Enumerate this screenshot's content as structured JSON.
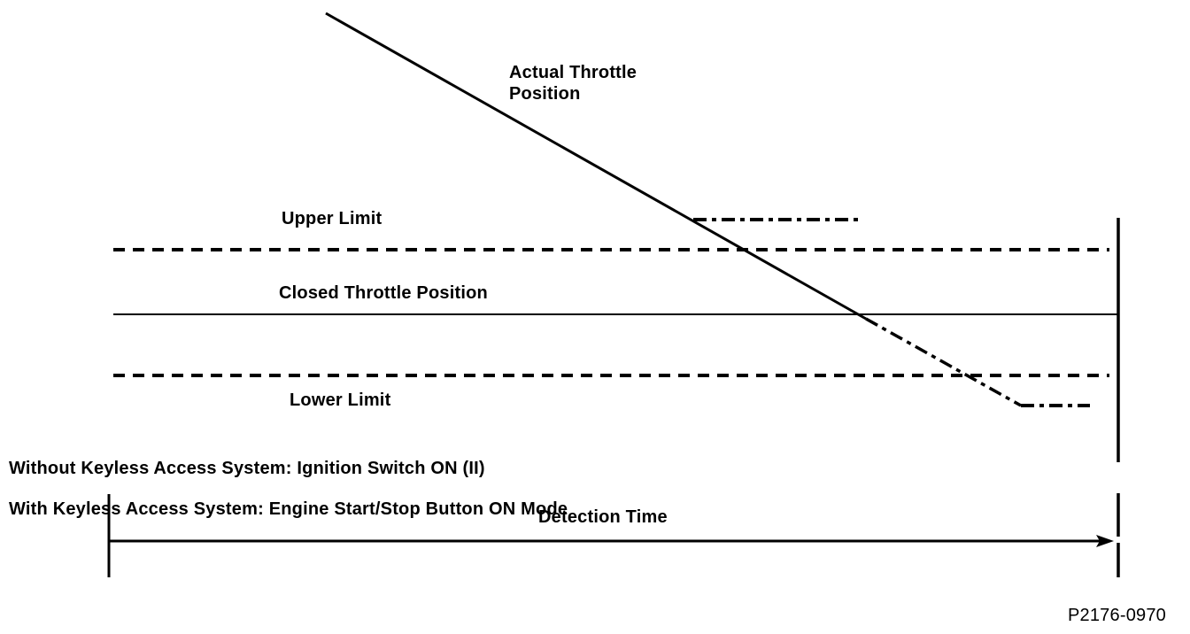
{
  "colors": {
    "line": "#000000",
    "text": "#000000",
    "background": "#ffffff"
  },
  "labels": {
    "actual_throttle": "Actual Throttle\nPosition",
    "upper_limit": "Upper Limit",
    "closed_throttle_position": "Closed Throttle Position",
    "lower_limit": "Lower Limit",
    "condition_without_keyless": "Without Keyless Access System: Ignition Switch ON (II)",
    "condition_with_keyless": "With Keyless Access System: Engine Start/Stop Button ON Mode",
    "detection_time": "Detection Time",
    "figure_code": "P2176-0970"
  },
  "diagram_semantics": {
    "type": "threshold-timing-diagram",
    "description": "Actual throttle position signal descends over detection time, crossing an upper limit threshold, the closed throttle position level, and a lower limit threshold.",
    "lines": [
      {
        "name": "actual-throttle-trace",
        "style": "solid then dash-dot",
        "behavior": "descends diagonally, levels off below lower limit"
      },
      {
        "name": "upper-overshoot-marker",
        "style": "dash-dot",
        "level": "above upper limit"
      },
      {
        "name": "upper-limit-threshold",
        "style": "dashed",
        "label": "Upper Limit"
      },
      {
        "name": "closed-throttle-level",
        "style": "solid",
        "label": "Closed Throttle Position"
      },
      {
        "name": "lower-limit-threshold",
        "style": "dashed",
        "label": "Lower Limit"
      },
      {
        "name": "detection-time-axis",
        "style": "solid arrow",
        "label": "Detection Time"
      }
    ]
  }
}
